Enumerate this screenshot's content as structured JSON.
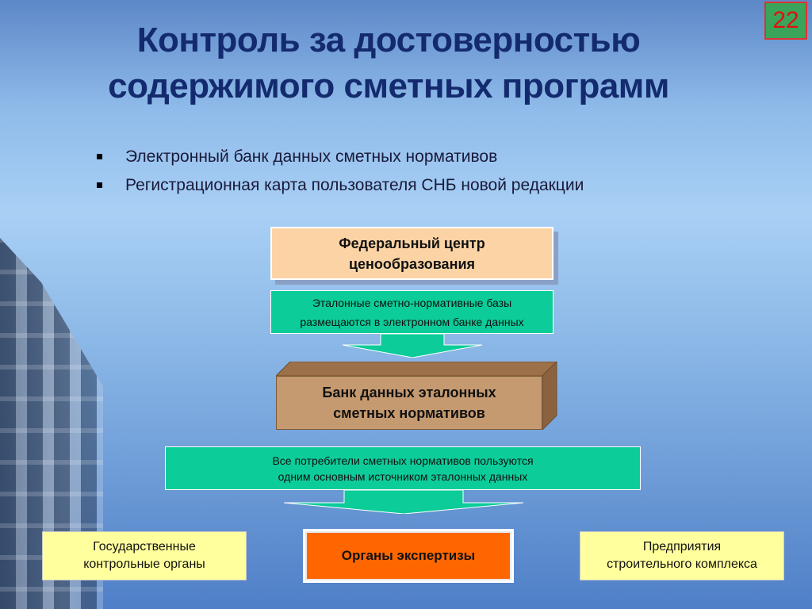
{
  "slide_number": "22",
  "title_line1": "Контроль за достоверностью",
  "title_line2": "содержимого сметных программ",
  "bullets": [
    "Электронный банк данных сметных нормативов",
    "Регистрационная карта пользователя СНБ новой редакции"
  ],
  "diagram": {
    "federal_line1": "Федеральный центр",
    "federal_line2": "ценообразования",
    "reference_line1": "Эталонные сметно-нормативные базы",
    "reference_line2": "размещаются в электронном банке данных",
    "bank_line1": "Банк данных эталонных",
    "bank_line2": "сметных нормативов",
    "consumers_line1": "Все потребители сметных нормативов пользуются",
    "consumers_line2": "одним основным источником эталонных данных",
    "gov_line1": "Государственные",
    "gov_line2": "контрольные органы",
    "expert": "Органы экспертизы",
    "ent_line1": "Предприятия",
    "ent_line2": "строительного комплекса"
  },
  "colors": {
    "title": "#142a6e",
    "green": "#0ccc99",
    "federal": "#fcd3a4",
    "bank": "#c69a70",
    "expert": "#ff6600",
    "yellow": "#ffff9e"
  }
}
